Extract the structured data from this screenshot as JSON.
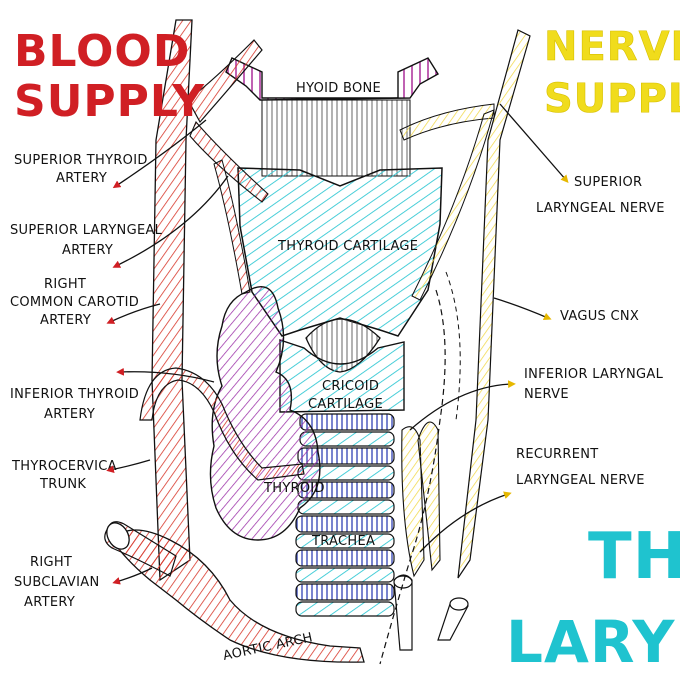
{
  "headings": {
    "blood_supply": [
      "BLOOD",
      "SUPPLY"
    ],
    "nerve_supply": [
      "NERVE",
      "SUPPLY"
    ],
    "title": [
      "THE",
      "LARYNX"
    ]
  },
  "structures": {
    "hyoid_bone": "HYOID BONE",
    "thyroid_cartilage": "THYROID CARTILAGE",
    "cricoid_cartilage": [
      "CRICOID",
      "CARTILAGE"
    ],
    "thyroid": "THYROID",
    "trachea": "TRACHEA",
    "aortic_arch": "AORTIC ARCH"
  },
  "blood_labels": {
    "superior_thyroid_artery": [
      "SUPERIOR THYROID",
      "ARTERY"
    ],
    "superior_laryngeal_artery": [
      "SUPERIOR LARYNGEAL",
      "ARTERY"
    ],
    "right_common_carotid_artery": [
      "RIGHT",
      "COMMON CAROTID",
      "ARTERY"
    ],
    "inferior_thyroid_artery": [
      "INFERIOR THYROID",
      "ARTERY"
    ],
    "thyrocervical_trunk": [
      "THYROCERVICA",
      "TRUNK"
    ],
    "right_subclavian_artery": [
      "RIGHT",
      "SUBCLAVIAN",
      "ARTERY"
    ]
  },
  "nerve_labels": {
    "superior_laryngeal_nerve": [
      "SUPERIOR",
      "LARYNGEAL NERVE"
    ],
    "vagus": "VAGUS CNⅩ",
    "inferior_laryngeal_nerve": [
      "INFERIOR LARYNGAL",
      "NERVE"
    ],
    "recurrent_laryngeal_nerve": [
      "RECURRENT",
      "LARYNGEAL NERVE"
    ]
  },
  "colors": {
    "blood": "#d8392c",
    "nerve": "#f2d94a",
    "cartilage": "#35c9d4",
    "hyoid": "#b03aa0",
    "thyroid": "#9b2fa8",
    "trachea_ring": "#3f4fb8",
    "title": "#1fc3cf",
    "blood_heading": "#d01f24",
    "nerve_heading": "#f0dc1c",
    "arrow_blood": "#d01f24",
    "arrow_nerve": "#e6b800"
  }
}
